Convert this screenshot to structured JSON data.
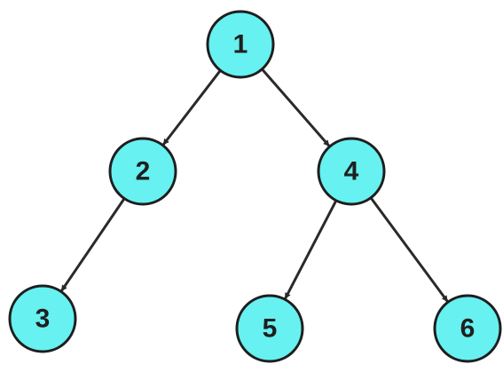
{
  "diagram": {
    "type": "tree",
    "node_fill": "#67f1f1",
    "node_stroke": "#1e1e1e",
    "edge_color": "#2a2a2a",
    "nodes": [
      {
        "id": "n1",
        "label": "1"
      },
      {
        "id": "n2",
        "label": "2"
      },
      {
        "id": "n4",
        "label": "4"
      },
      {
        "id": "n3",
        "label": "3"
      },
      {
        "id": "n5",
        "label": "5"
      },
      {
        "id": "n6",
        "label": "6"
      }
    ],
    "edges": [
      {
        "from": "n1",
        "to": "n2"
      },
      {
        "from": "n1",
        "to": "n4"
      },
      {
        "from": "n2",
        "to": "n3"
      },
      {
        "from": "n4",
        "to": "n5"
      },
      {
        "from": "n4",
        "to": "n6"
      }
    ]
  }
}
